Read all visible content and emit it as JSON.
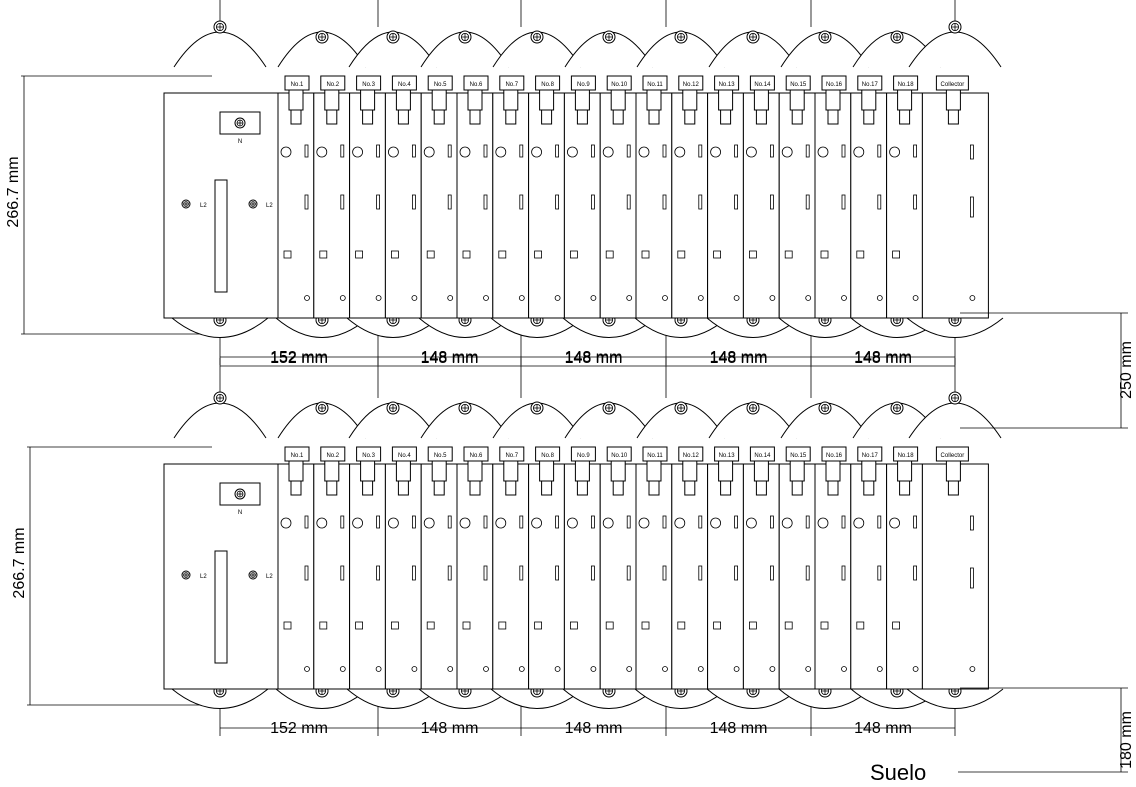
{
  "rows": [
    {
      "top_dims": [
        "152 mm",
        "148 mm",
        "148 mm",
        "148 mm",
        "148 mm"
      ],
      "bottom_dims": [
        "152 mm",
        "148 mm",
        "148 mm",
        "148 mm",
        "148 mm"
      ],
      "height_label": "266.7 mm"
    },
    {
      "top_dims": [
        "152 mm",
        "148 mm",
        "148 mm",
        "148 mm",
        "148 mm"
      ],
      "bottom_dims": [
        "152 mm",
        "148 mm",
        "148 mm",
        "148 mm",
        "148 mm"
      ],
      "height_label": "266.7 mm"
    }
  ],
  "slot_labels": [
    "No.1",
    "No.2",
    "No.3",
    "No.4",
    "No.5",
    "No.6",
    "No.7",
    "No.8",
    "No.9",
    "No.10",
    "No.11",
    "No.12",
    "No.13",
    "No.14",
    "No.15",
    "No.16",
    "No.17",
    "No.18"
  ],
  "collector_label": "Collector",
  "power_labels": {
    "n": "N",
    "l2_left": "L2",
    "l2_right": "L2"
  },
  "row_gap_label": "250 mm",
  "floor_gap_label": "180 mm",
  "floor_label": "Suelo"
}
